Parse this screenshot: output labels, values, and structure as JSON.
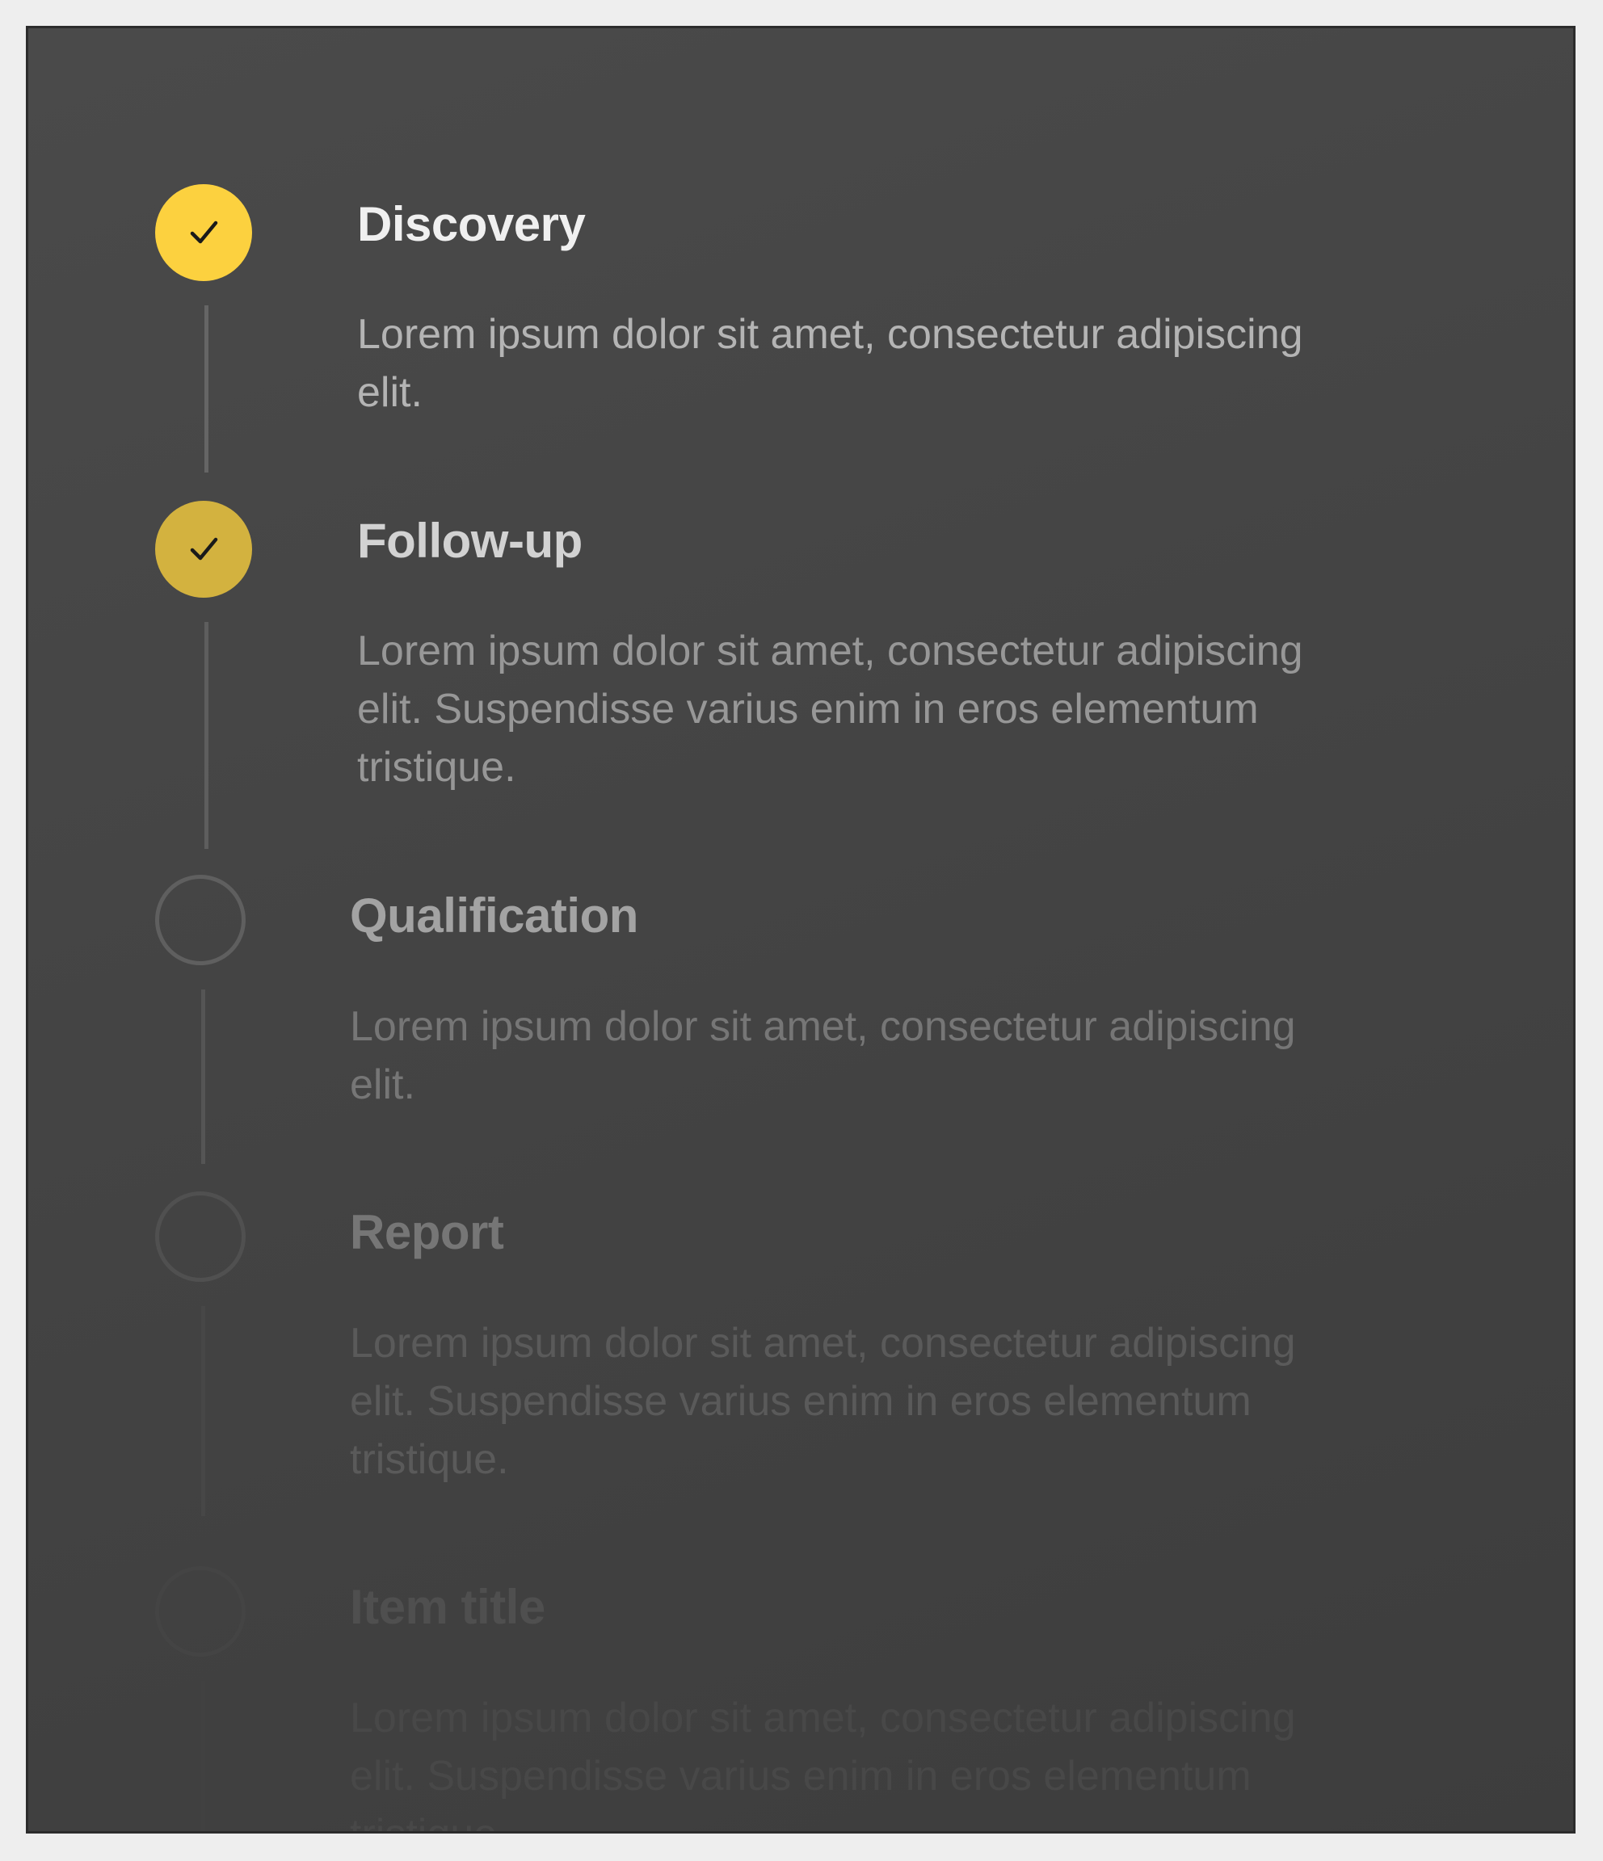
{
  "timeline": {
    "colors": {
      "panel_background": "#464646",
      "completed_marker": "#fcd13f",
      "completed_marker_dim": "#d3b23f",
      "connector": "#656565"
    },
    "steps": [
      {
        "title": "Discovery",
        "description": "Lorem ipsum dolor sit amet, consectetur adipiscing elit.",
        "status": "completed",
        "icon": "check-icon"
      },
      {
        "title": "Follow-up",
        "description": "Lorem ipsum dolor sit amet, consectetur adipiscing elit. Suspendisse varius enim in eros elementum tristique.",
        "status": "completed",
        "icon": "check-icon"
      },
      {
        "title": "Qualification",
        "description": "Lorem ipsum dolor sit amet, consectetur adipiscing elit.",
        "status": "pending",
        "icon": "empty-circle-icon"
      },
      {
        "title": "Report",
        "description": "Lorem ipsum dolor sit amet, consectetur adipiscing elit. Suspendisse varius enim in eros elementum tristique.",
        "status": "pending",
        "icon": "empty-circle-icon"
      },
      {
        "title": "Item title",
        "description": "Lorem ipsum dolor sit amet, consectetur adipiscing elit. Suspendisse varius enim in eros elementum tristique.",
        "status": "pending",
        "icon": "empty-circle-icon"
      }
    ]
  }
}
